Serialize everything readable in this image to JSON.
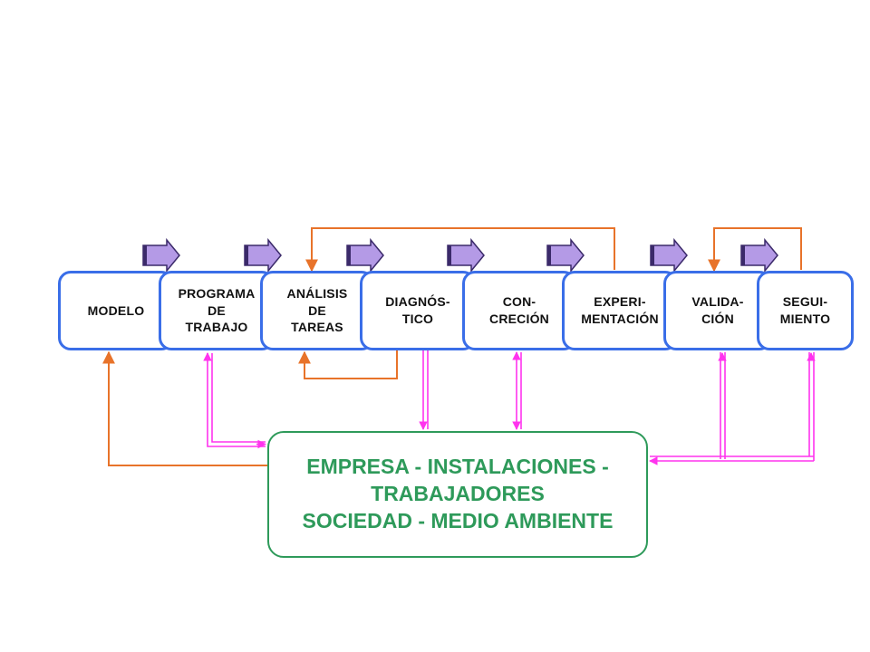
{
  "steps": [
    {
      "label": "MODELO"
    },
    {
      "label": "PROGRAMA\nDE\nTRABAJO"
    },
    {
      "label": "ANÁLISIS\nDE\nTAREAS"
    },
    {
      "label": "DIAGNÓS-\nTICO"
    },
    {
      "label": "CON-\nCRECIÓN"
    },
    {
      "label": "EXPERI-\nMENTACIÓN"
    },
    {
      "label": "VALIDA-\nCIÓN"
    },
    {
      "label": "SEGUI-\nMIENTO"
    }
  ],
  "environment": {
    "label": "EMPRESA - INSTALACIONES -\nTRABAJADORES\nSOCIEDAD - MEDIO AMBIENTE"
  },
  "colors": {
    "box_border": "#3a6ee8",
    "env_border": "#2e9a5a",
    "env_text": "#2e9a5a",
    "feedback_line": "#e8732a",
    "link_line": "#ff33ee",
    "flow_arrow_fill": "#b49ae6",
    "flow_arrow_stroke": "#3b2a6a"
  }
}
